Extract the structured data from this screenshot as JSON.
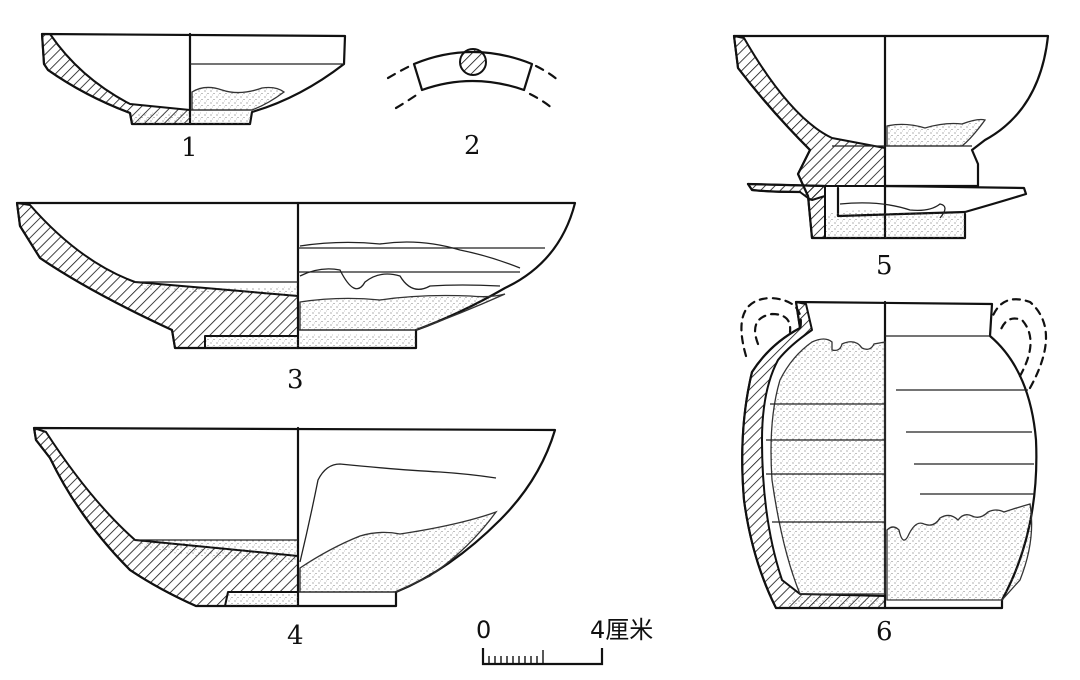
{
  "figure": {
    "labels": {
      "bowl_1": "1",
      "fragment_2": "2",
      "bowl_3": "3",
      "bowl_4": "4",
      "cup_5": "5",
      "jar_6": "6"
    },
    "scale_bar": {
      "start_label": "0",
      "end_label": "4厘米"
    },
    "colors": {
      "ink": "#111111",
      "background": "#ffffff"
    }
  }
}
